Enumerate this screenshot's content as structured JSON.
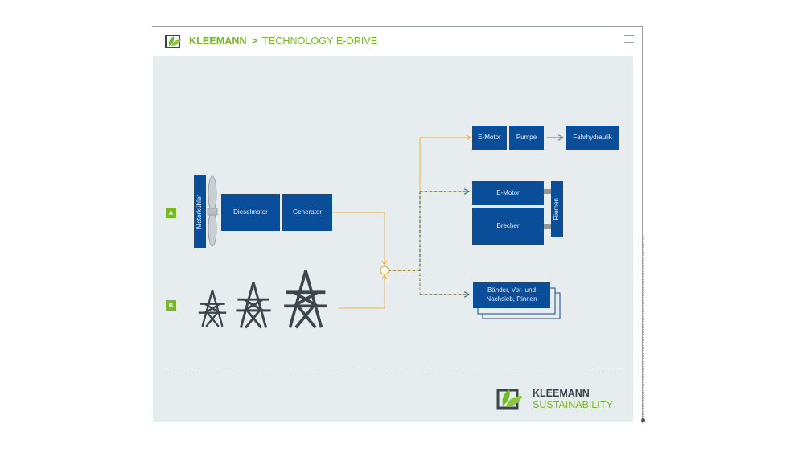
{
  "header": {
    "brand": "KLEEMANN",
    "separator": ">",
    "section": "TECHNOLOGY E-DRIVE",
    "menu_icon": "hamburger-menu-icon"
  },
  "diagram": {
    "source_a": {
      "tag": "A",
      "cooler": "Motorkühler",
      "engine": "Dieselmotor",
      "generator": "Generator",
      "fan_icon": "propeller-fan-icon"
    },
    "source_b": {
      "tag": "B",
      "icon": "power-pylon-icon",
      "pylon_count": 3
    },
    "junction_icon": "junction-node-icon",
    "consumers": {
      "hydraulic": {
        "motor": "E-Motor",
        "pump": "Pumpe",
        "drive": "Fahrhydraulik"
      },
      "crusher": {
        "motor": "E-Motor",
        "crusher": "Brecher",
        "belt": "Riemen"
      },
      "conveyors": {
        "label": "Bänder, Vor- und Nachsieb, Rinnen"
      }
    },
    "colors": {
      "box": "#0a4d99",
      "accent_green": "#76b82a",
      "power_line": "#f2b233",
      "dashed_line": "#3a6f6a",
      "pylon": "#3c464d",
      "background": "#e7ecef"
    }
  },
  "footer": {
    "brand": "KLEEMANN",
    "tagline": "SUSTAINABILITY"
  }
}
